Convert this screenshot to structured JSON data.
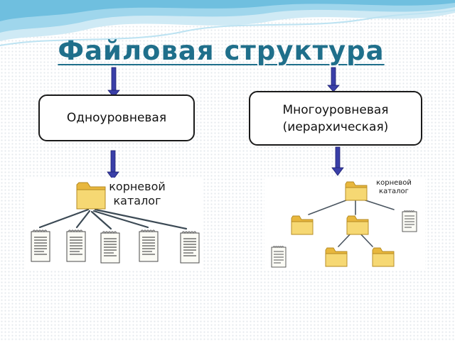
{
  "title": "Файловая структура",
  "single_level": {
    "label": "Одноуровневая",
    "root_label_line1": "корневой",
    "root_label_line2": "каталог",
    "icon_names": [
      "folder-icon",
      "document-icon"
    ]
  },
  "multi_level": {
    "label_line1": "Многоуровневая",
    "label_line2": "(иерархическая)",
    "root_label_line1": "корневой",
    "root_label_line2": "каталог",
    "icon_names": [
      "folder-icon",
      "document-icon"
    ]
  },
  "colors": {
    "title": "#1f6f8b",
    "arrow": "#3a3fa8",
    "folder": "#f3d36b",
    "wave": "#7ec8e3"
  }
}
